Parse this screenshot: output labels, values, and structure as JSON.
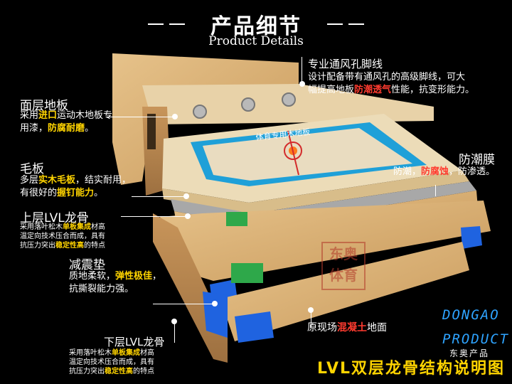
{
  "header": {
    "title": "产品细节",
    "subtitle": "Product Details"
  },
  "labels": {
    "vent": {
      "title": "专业通风孔脚线",
      "desc1": "设计配备带有通风孔的高级脚线，可大",
      "desc2a": "幅提高地板",
      "desc2hl": "防潮透气",
      "desc2b": "性能，抗变形能力。"
    },
    "surface": {
      "title": "面层地板",
      "d1a": "采用",
      "d1hl": "进口",
      "d1b": "运动木地板专",
      "d2a": "用漆，",
      "d2hl": "防腐耐磨",
      "d2b": "。"
    },
    "moisture": {
      "title": "防潮膜",
      "da": "防潮，",
      "dhl": "防腐蚀",
      "db": "，防渗透。"
    },
    "rough": {
      "title": "毛板",
      "d1a": "多层",
      "d1hl": "实木毛板",
      "d1b": "，结实耐用，",
      "d2a": "有很好的",
      "d2hl": "握钉能力",
      "d2b": "。"
    },
    "upper": {
      "title": "上层LVL龙骨",
      "l1a": "采用落叶松木",
      "l1hl": "单板集成",
      "l1b": "材高",
      "l2": "温定向技术压合而成，具有",
      "l3a": "抗压力突出",
      "l3hl": "稳定性高",
      "l3b": "的特点"
    },
    "pad": {
      "title": "减震垫",
      "d1a": "质地柔软，",
      "d1hl": "弹性极佳",
      "d1b": "，",
      "d2": "抗撕裂能力强。"
    },
    "ground": {
      "a": "原现场",
      "hl": "混凝土",
      "b": "地面"
    },
    "lower": {
      "title": "下层LVL龙骨",
      "l1a": "采用落叶松木",
      "l1hl": "单板集成",
      "l1b": "材高",
      "l2": "温定向技术压合而成，具有",
      "l3a": "抗压力突出",
      "l3hl": "稳定性高",
      "l3b": "的特点"
    }
  },
  "board_print": "体育专用木地板",
  "watermark": {
    "line1": "东奥",
    "line2": "体育"
  },
  "brand": {
    "en1": "DONGAO",
    "en2": "PRODUCT",
    "cn": "东奥产品"
  },
  "footer_title": "LVL双层龙骨结构说明图",
  "colors": {
    "highlight": "#ffd400",
    "accent_red": "#ff3b2f",
    "brand_blue": "#2ea3ff",
    "pad_blue": "#1f63e0",
    "wood": "#d9b178"
  }
}
